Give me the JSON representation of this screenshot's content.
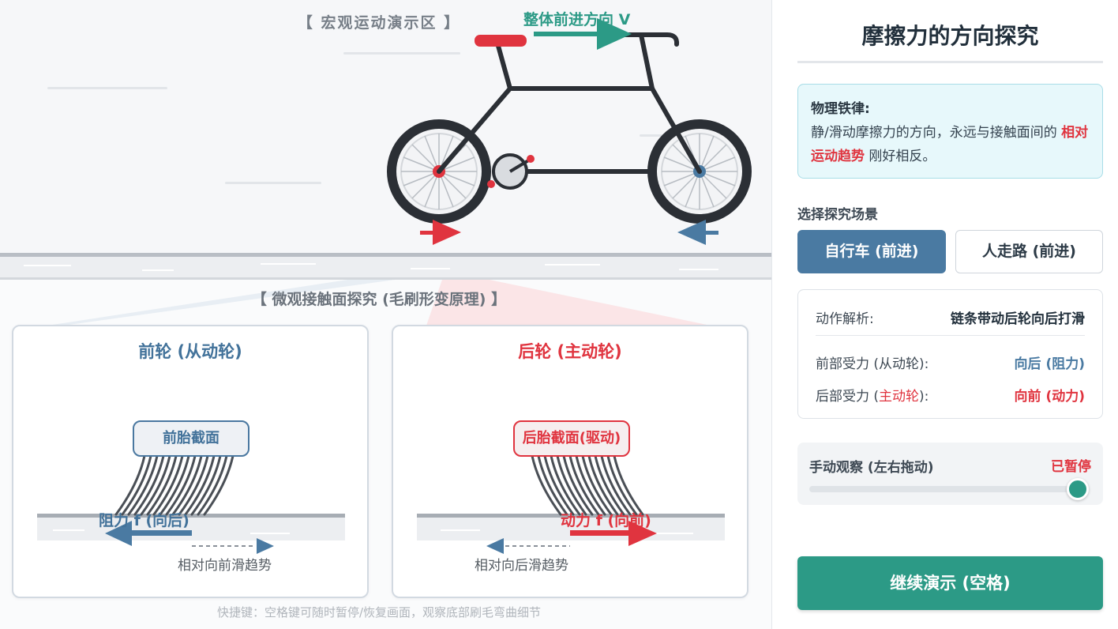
{
  "macro": {
    "title": "【 宏观运动演示区 】",
    "direction_label": "整体前进方向 V"
  },
  "micro": {
    "title": "【 微观接触面探究 (毛刷形变原理) 】",
    "front": {
      "title": "前轮 (从动轮)",
      "tire_label": "前胎截面",
      "force_label": "阻力 f (向后)",
      "trend_label": "相对向前滑趋势"
    },
    "rear": {
      "title": "后轮 (主动轮)",
      "tire_label": "后胎截面(驱动)",
      "force_label": "动力 f (向前)",
      "trend_label": "相对向后滑趋势"
    }
  },
  "hint": "快捷键：空格键可随时暂停/恢复画面，观察底部刷毛弯曲细节",
  "panel": {
    "title": "摩擦力的方向探究",
    "law": {
      "title": "物理铁律:",
      "text_before": "静/滑动摩擦力的方向，永远与接触面间的",
      "highlight": "相对运动趋势",
      "text_after": "刚好相反。"
    },
    "scene_label": "选择探究场景",
    "scenes": [
      {
        "label": "自行车 (前进)",
        "active": true
      },
      {
        "label": "人走路 (前进)",
        "active": false
      }
    ],
    "analysis": {
      "action_key": "动作解析:",
      "action_value": "链条带动后轮向后打滑",
      "front_key": "前部受力 (从动轮):",
      "front_value": "向后 (阻力)",
      "rear_key_prefix": "后部受力 (",
      "rear_key_highlight": "主动轮",
      "rear_key_suffix": "):",
      "rear_value": "向前 (动力)"
    },
    "manual": {
      "label": "手动观察 (左右拖动)",
      "status": "已暂停",
      "slider_value": 1.0
    },
    "play_button": "继续演示 (空格)"
  },
  "colors": {
    "accent": "#2c9a86",
    "front_blue": "#4a7aa2",
    "rear_red": "#e0343f"
  }
}
